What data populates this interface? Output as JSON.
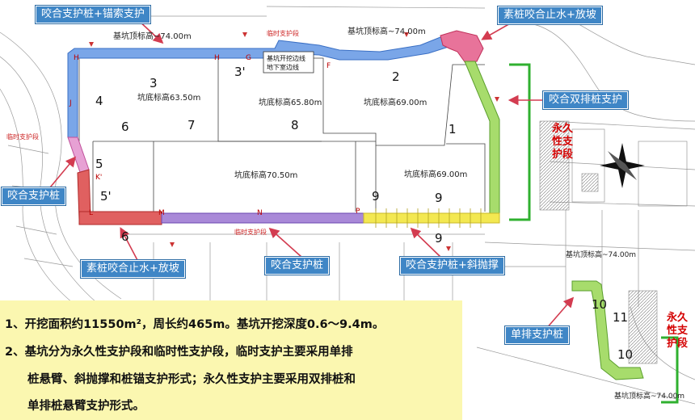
{
  "callouts": {
    "top_left": "咬合支护桩+锚索支护",
    "top_right": "素桩咬合止水+放坡",
    "right_mid": "咬合双排桩支护",
    "left_mid": "咬合支护桩",
    "bottom_left": "素桩咬合止水+放坡",
    "bottom_mid": "咬合支护桩",
    "bottom_right": "咬合支护桩+斜抛撑",
    "single_pile": "单排支护桩"
  },
  "permanent_labels": {
    "right": "永久\n性支\n护段",
    "bottom_right": "永久\n性支\n护段"
  },
  "notes": {
    "line1": "1、开挖面积约11550m²，周长约465m。基坑开挖深度0.6～9.4m。",
    "line2": "2、基坑分为永久性支护段和临时性支护段，临时支护主要采用单排",
    "line3": "桩悬臂、斜抛撑和桩锚支护形式；永久性支护主要采用双排桩和",
    "line4": "单排桩悬臂支护形式。"
  },
  "drawing": {
    "elev_74_top_left": "基坑顶标高~74.00m",
    "elev_74_top_right": "基坑顶标高~74.00m",
    "elev_74_right": "基坑顶标高~74.00m",
    "elev_74_bottom": "基坑顶标高~74.00m",
    "elev_6350": "坑底标高63.50m",
    "elev_6580": "坑底标高65.80m",
    "elev_6900_a": "坑底标高69.00m",
    "elev_6900_b": "坑底标高69.00m",
    "elev_7050": "坑底标高70.50m",
    "temp_support_top": "临时支护段",
    "temp_support_left": "临时支护段",
    "temp_support_bottom": "临时支护段",
    "excav_note": "基坑开挖边线\n地下室边线",
    "zone_1": "1",
    "zone_2": "2",
    "zone_3": "3",
    "zone_3p": "3'",
    "zone_4": "4",
    "zone_5": "5",
    "zone_5p": "5'",
    "zone_6": "6",
    "zone_7": "7",
    "zone_8": "8",
    "zone_9": "9",
    "zone_10": "10",
    "zone_11": "11",
    "pt_H1": "H",
    "pt_H2": "H",
    "pt_G": "G",
    "pt_F": "F",
    "pt_J": "J",
    "pt_K": "K'",
    "pt_L": "L",
    "pt_M": "M",
    "pt_N": "N",
    "pt_P": "P"
  },
  "colors": {
    "callout_blue": "#3f86c6",
    "pile_blue": "#5c8fd8",
    "pile_pink": "#e27aa0",
    "pile_red": "#d24b4b",
    "pile_purple": "#9c6fd0",
    "pile_green": "#9bd25a",
    "pile_yellow": "#f0e246",
    "bracket_green": "#2fb02f",
    "arrow_red": "#d33c50",
    "notes_bg": "#fbf7b0"
  }
}
